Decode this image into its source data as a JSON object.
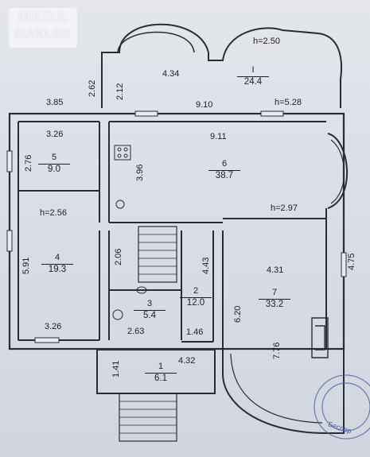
{
  "watermark": {
    "top": "MEGA",
    "bottom": "MAKLER"
  },
  "rooms": {
    "r1_upper": {
      "num": "I",
      "area": "24.4"
    },
    "r1_lower": {
      "num": "1",
      "area": "6.1"
    },
    "r2": {
      "num": "2",
      "area": "12.0"
    },
    "r3": {
      "num": "3",
      "area": "5.4"
    },
    "r4": {
      "num": "4",
      "area": "19.3"
    },
    "r5": {
      "num": "5",
      "area": "9.0"
    },
    "r6": {
      "num": "6",
      "area": "38.7"
    },
    "r7": {
      "num": "7",
      "area": "33.2"
    }
  },
  "heights": {
    "h_upper": "h=2.50",
    "h_mid": "h=5.28",
    "h_left": "h=2.56",
    "h_right": "h=2.97"
  },
  "dims": {
    "d_262": "2.62",
    "d_212": "2.12",
    "d_434": "4.34",
    "d_385": "3.85",
    "d_910": "9.10",
    "d_911": "9.11",
    "d_326a": "3.26",
    "d_276": "2.76",
    "d_396": "3.96",
    "d_591": "5.91",
    "d_326b": "3.26",
    "d_206": "2.06",
    "d_443": "4.43",
    "d_431": "4.31",
    "d_475": "4.75",
    "d_620": "6.20",
    "d_263": "2.63",
    "d_146": "1.46",
    "d_776": "7.76",
    "d_141": "1.41",
    "d_432": "4.32"
  },
  "stamp": {
    "line1": "Беспер"
  }
}
